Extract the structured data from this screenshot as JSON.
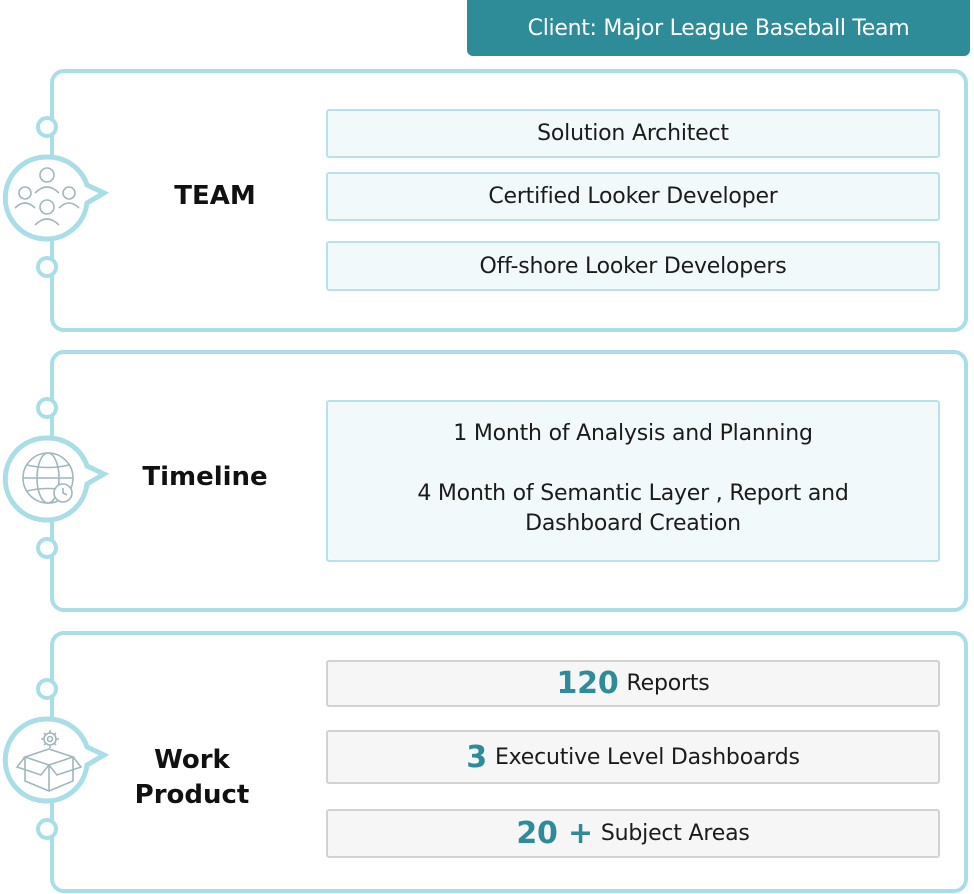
{
  "client": {
    "label": "Client: Major League Baseball Team"
  },
  "team": {
    "label": "TEAM",
    "icon": "team-people-icon",
    "roles": [
      "Solution Architect",
      "Certified Looker Developer",
      "Off-shore Looker Developers"
    ]
  },
  "timeline": {
    "label": "Timeline",
    "icon": "globe-clock-icon",
    "line1": "1 Month of Analysis and Planning",
    "line2": "4 Month of Semantic Layer , Report and Dashboard Creation"
  },
  "work_product": {
    "label_line1": "Work",
    "label_line2": "Product",
    "icon": "box-gear-icon",
    "items": [
      {
        "number": "120",
        "text": "Reports"
      },
      {
        "number": "3",
        "text": "Executive Level Dashboards"
      },
      {
        "number": "20 +",
        "text": "Subject Areas"
      }
    ]
  },
  "colors": {
    "accent": "#2e8b98",
    "border": "#a9dde8",
    "box_fill": "#f1f9fb",
    "grey_box": "#f6f6f6"
  }
}
